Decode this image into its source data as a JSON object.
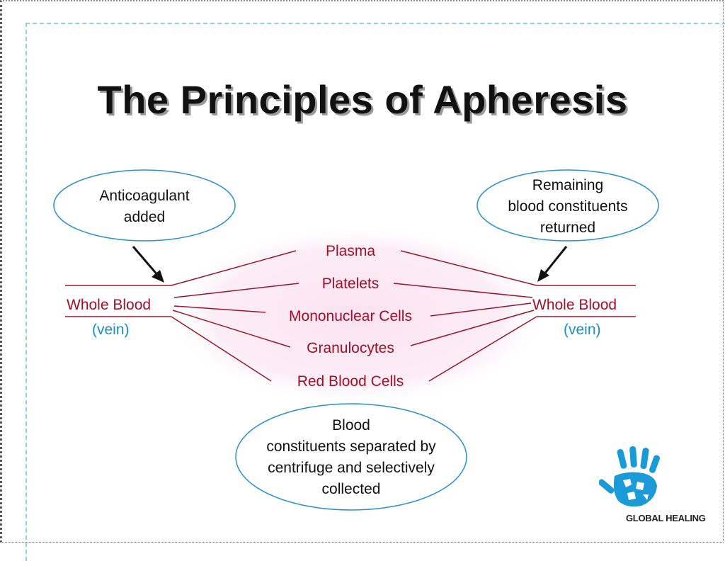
{
  "title": "The Principles of Apheresis",
  "left": {
    "label": "Whole Blood",
    "sub": "(vein)",
    "note": [
      "Anticoagulant",
      "added"
    ]
  },
  "right": {
    "label": "Whole Blood",
    "sub": "(vein)",
    "note": [
      "Remaining",
      "blood constituents",
      "returned"
    ]
  },
  "components": [
    "Plasma",
    "Platelets",
    "Mononuclear Cells",
    "Granulocytes",
    "Red Blood Cells"
  ],
  "bottom_note": [
    "Blood",
    "constituents separated by",
    "centrifuge and selectively",
    "collected"
  ],
  "logo": {
    "text": "GLOBAL HEALING",
    "icon": "hand-globe-icon"
  },
  "colors": {
    "component_text": "#a0102a",
    "vein_text": "#1590cc",
    "lines": "#9b1530",
    "ellipse_stroke": "#2b8fcc",
    "glow": "#fbe9f3"
  }
}
